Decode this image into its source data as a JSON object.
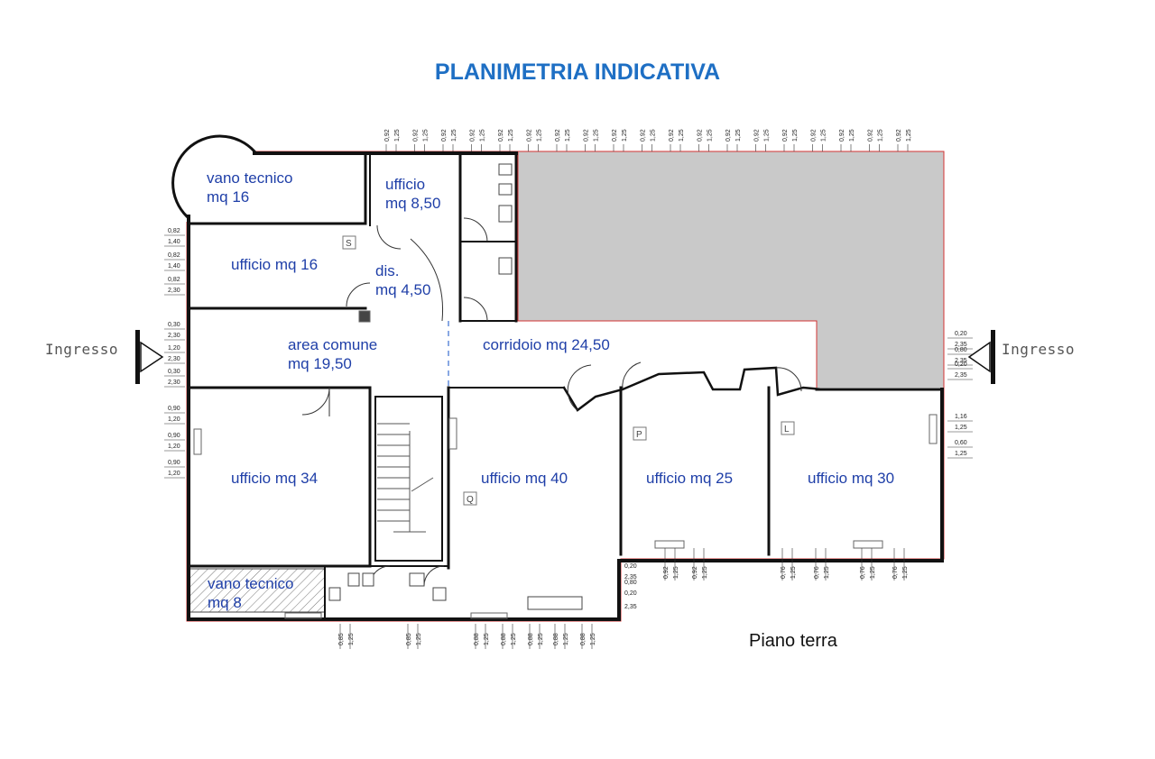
{
  "title": "PLANIMETRIA INDICATIVA",
  "subtitle": "Piano terra",
  "colors": {
    "title": "#1e6fc4",
    "room_label": "#1f3fa8",
    "wall": "#111111",
    "outline": "#d33333",
    "shaded": "#c9c9c9"
  },
  "entrances": {
    "left": "Ingresso",
    "right": "Ingresso"
  },
  "rooms": {
    "vano_tecnico_16": {
      "line1": "vano tecnico",
      "line2": "mq 16"
    },
    "ufficio_8_50": {
      "line1": "ufficio",
      "line2": "mq 8,50"
    },
    "ufficio_16": {
      "label": "ufficio mq 16"
    },
    "dis": {
      "line1": "dis.",
      "line2": "mq 4,50"
    },
    "area_comune": {
      "line1": "area comune",
      "line2": "mq 19,50"
    },
    "corridoio": {
      "label": "corridoio mq 24,50"
    },
    "ufficio_34": {
      "label": "ufficio mq 34"
    },
    "ufficio_40": {
      "label": "ufficio mq 40"
    },
    "ufficio_25": {
      "label": "ufficio mq 25"
    },
    "ufficio_30": {
      "label": "ufficio mq 30"
    },
    "vano_tecnico_8": {
      "line1": "vano tecnico",
      "line2": "mq 8"
    }
  },
  "symbols": [
    "S",
    "Q",
    "P",
    "L"
  ],
  "dimensions": {
    "top": [
      "0,92",
      "1,25",
      "0,92",
      "1,25",
      "0,92",
      "1,25",
      "0,92",
      "1,25",
      "0,92",
      "1,25",
      "0,92",
      "1,25",
      "0,92",
      "1,25",
      "0,92",
      "1,25",
      "0,92",
      "1,25",
      "0,92",
      "1,25",
      "0,92",
      "1,25",
      "0,92",
      "1,25",
      "0,92",
      "1,25",
      "0,92",
      "1,25",
      "0,92",
      "1,25",
      "0,92",
      "1,25",
      "0,92",
      "1,25",
      "0,92",
      "1,25",
      "0,92",
      "1,25"
    ],
    "left": [
      "0,82",
      "1,40",
      "0,82",
      "1,40",
      "0,82",
      "2,30",
      "0,30",
      "2,30",
      "1,20",
      "2,30",
      "0,30",
      "2,30",
      "0,90",
      "1,20",
      "0,90",
      "1,20",
      "0,90",
      "1,20"
    ],
    "right": [
      "0,20",
      "2,35",
      "0,80",
      "2,35",
      "0,20",
      "2,35",
      "1,16",
      "1,25",
      "0,60",
      "1,25"
    ],
    "center_right": [
      "0,20",
      "2,35",
      "0,80",
      "0,20",
      "2,35"
    ],
    "bottom_left": [
      "0,85",
      "1,25",
      "0,85",
      "1,25",
      "0,88",
      "1,25",
      "0,88",
      "1,25",
      "0,88",
      "1,25",
      "0,88",
      "1,25",
      "0,88",
      "1,25"
    ],
    "bottom_right": [
      "0,92",
      "1,25",
      "0,92",
      "1,25",
      "0,76",
      "1,25",
      "0,76",
      "1,25",
      "0,76",
      "1,25",
      "0,76",
      "1,25"
    ]
  }
}
